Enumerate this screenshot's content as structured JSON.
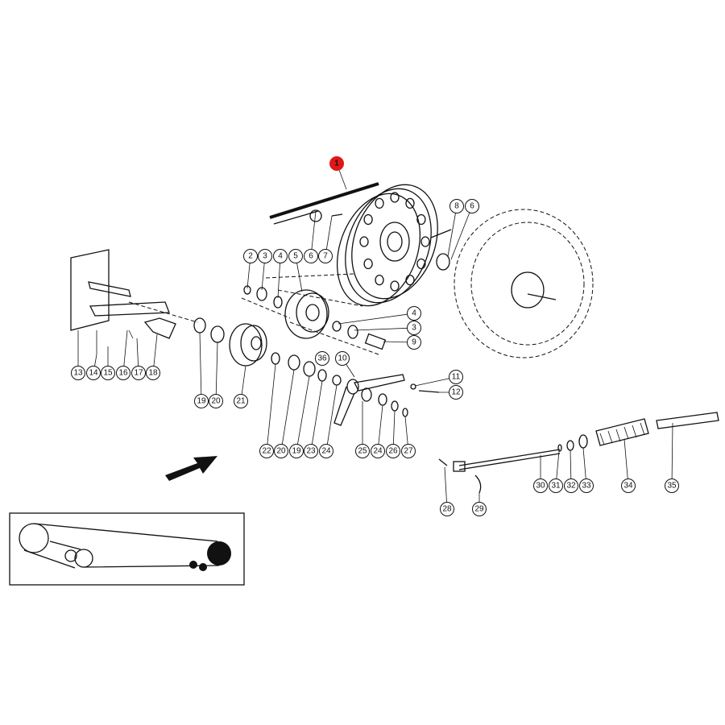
{
  "diagram": {
    "highlight_color": "#e01818",
    "highlighted_part": "1",
    "callouts": [
      "1",
      "8",
      "6",
      "2",
      "3",
      "4",
      "5",
      "6",
      "7",
      "4",
      "3",
      "9",
      "36",
      "10",
      "11",
      "12",
      "13",
      "14",
      "15",
      "16",
      "17",
      "18",
      "19",
      "20",
      "21",
      "22",
      "20",
      "19",
      "23",
      "24",
      "25",
      "24",
      "26",
      "27",
      "28",
      "29",
      "30",
      "31",
      "32",
      "33",
      "34",
      "35"
    ]
  }
}
